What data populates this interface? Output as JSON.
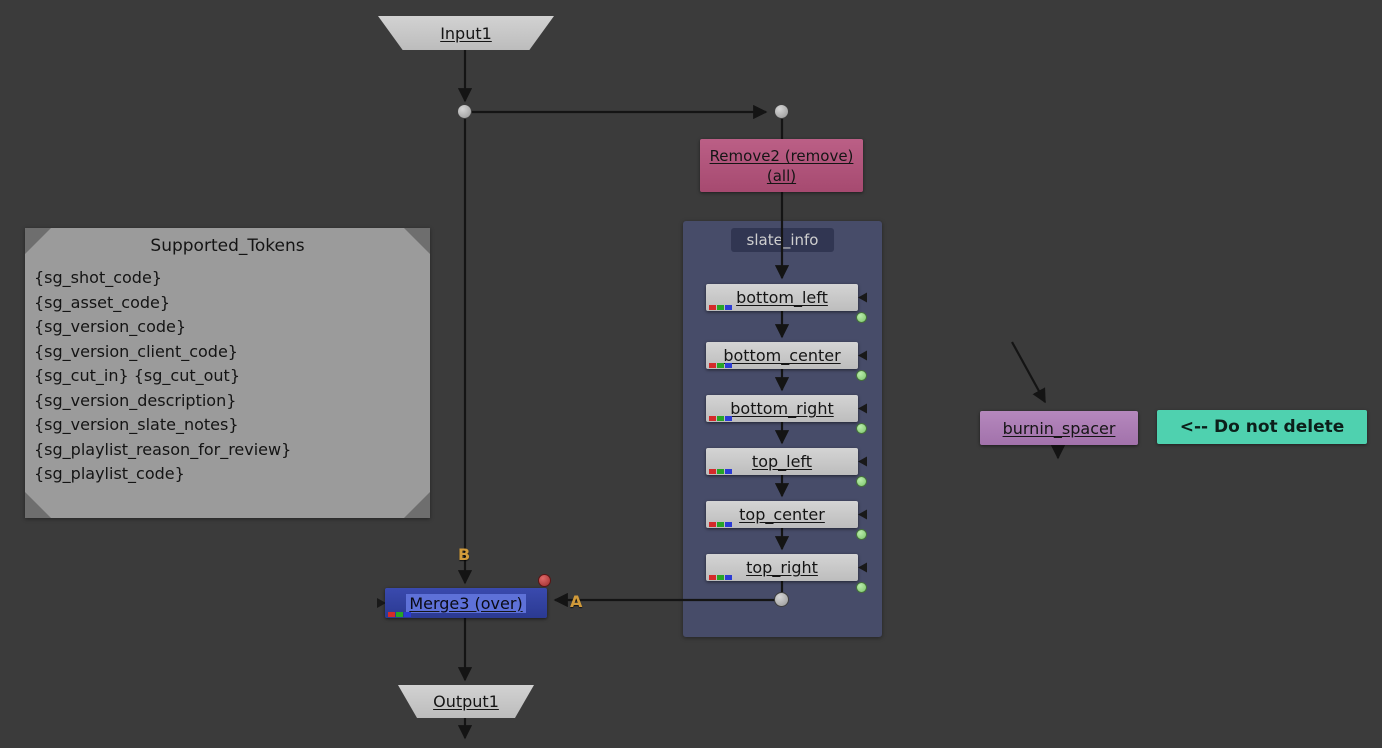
{
  "colors": {
    "background": "#3b3b3b",
    "wire": "#141414",
    "input_output_node": "#c9c9c9",
    "remove_node": "#ad537b",
    "group_panel": "#474c69",
    "group_label_bg": "#313652",
    "slate_node": "#cacaca",
    "merge_node": "#31409e",
    "merge_selection": "#5e71d8",
    "burnin_node": "#ab7cb4",
    "note_bg": "#9b9b9b",
    "do_not_delete_bg": "#4fd1af",
    "port_label": "#d09a3a",
    "green_indicator": "#8fd47f",
    "error_indicator": "#c44b4b"
  },
  "nodes": {
    "input1": {
      "label": "Input1"
    },
    "remove2": {
      "line1": "Remove2 (remove)",
      "line2": "(all)"
    },
    "slate_group": {
      "label": "slate_info",
      "items": [
        {
          "label": "bottom_left"
        },
        {
          "label": "bottom_center"
        },
        {
          "label": "bottom_right"
        },
        {
          "label": "top_left"
        },
        {
          "label": "top_center"
        },
        {
          "label": "top_right"
        }
      ]
    },
    "merge3": {
      "label": "Merge3 (over)",
      "port_a": "A",
      "port_b": "B"
    },
    "output1": {
      "label": "Output1"
    },
    "burnin_spacer": {
      "label": "burnin_spacer"
    },
    "note_tag": {
      "label": "<-- Do not delete"
    }
  },
  "note": {
    "title": "Supported_Tokens",
    "lines": [
      "{sg_shot_code}",
      "{sg_asset_code}",
      "{sg_version_code}",
      "{sg_version_client_code}",
      "{sg_cut_in} {sg_cut_out}",
      "{sg_version_description}",
      "{sg_version_slate_notes}",
      "{sg_playlist_reason_for_review}",
      "{sg_playlist_code}"
    ]
  }
}
